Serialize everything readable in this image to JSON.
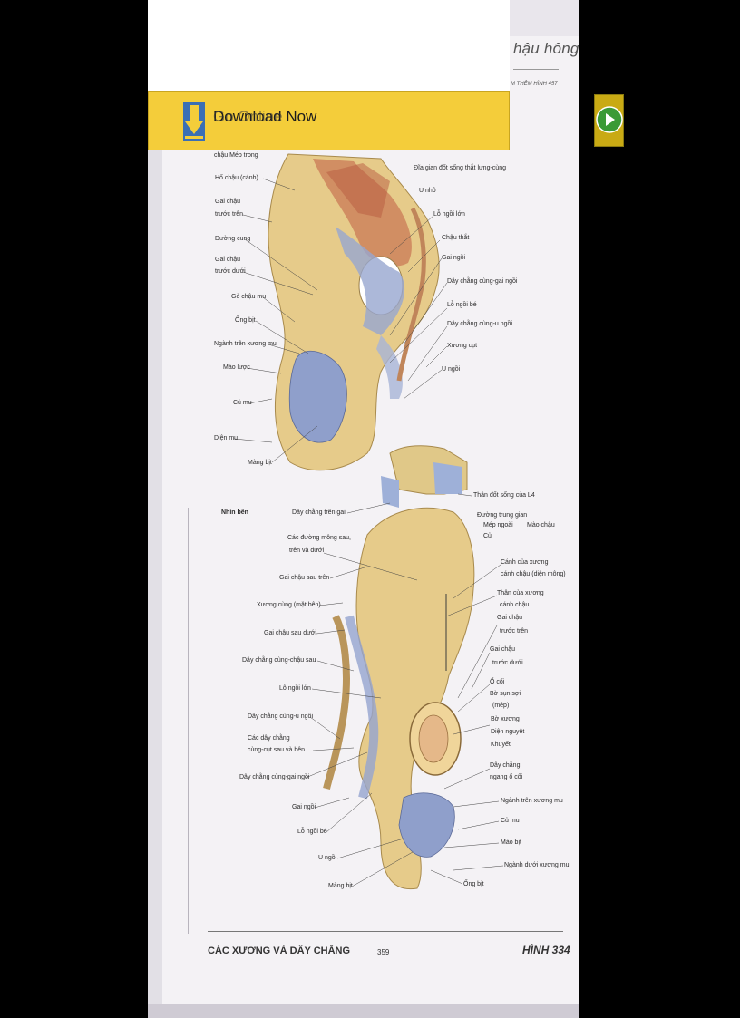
{
  "header": {
    "title": "hậu hông",
    "subtitle": "M THÊM HÌNH 457"
  },
  "banner": {
    "download_label": "Download Now",
    "ghost_label": "Go Online"
  },
  "colors": {
    "banner_bg": "#f4cd3a",
    "icon_blue": "#3b6fb4",
    "play_green": "#3a9a36",
    "bone": "#e8cf8e",
    "ligament": "#8e9fca"
  },
  "labels_top": [
    "chậu  Mép trong",
    "Hố chậu (cánh)",
    "Gai chậu",
    "trước trên",
    "Đường cung",
    "Gai chậu",
    "trước dưới",
    "Gò chậu mu",
    "Ống bịt",
    "Ngành trên xương mu",
    "Mào lược",
    "Củ mu",
    "Diện mu",
    "Màng bịt",
    "Đĩa gian đốt sống thắt lưng-cùng",
    "U nhô",
    "Lỗ ngồi lớn",
    "Chậu thắt",
    "Gai ngồi",
    "Dây chằng cùng-gai ngồi",
    "Lỗ ngồi bé",
    "Dây chằng cùng-u ngồi",
    "Xương cụt",
    "U ngồi"
  ],
  "view_label": "Nhìn bên",
  "labels_bottom_left": [
    "Dây chằng trên gai",
    "Các đường mông sau,",
    "trên và dưới",
    "Gai chậu sau trên",
    "Xương cùng (mặt bên)",
    "Gai chậu sau dưới",
    "Dây chằng cùng-chậu sau",
    "Lỗ ngồi lớn",
    "Dây chằng cùng-u ngồi",
    "Các dây chằng",
    "cùng-cụt sau và bên",
    "Dây chằng cùng-gai ngồi",
    "Gai ngồi",
    "Lỗ ngồi bé",
    "U ngồi",
    "Màng bịt"
  ],
  "labels_bottom_right": [
    "Thân đốt sống của L4",
    "Đường trung gian",
    "Mép ngoài",
    "Củ",
    "Mào chậu",
    "Cánh của xương",
    "cánh chậu (diện mông)",
    "Thân của xương",
    "cánh chậu",
    "Gai chậu",
    "trước trên",
    "Gai chậu",
    "trước dưới",
    "Ổ cối",
    "Bờ sụn sợi",
    "(mép)",
    "Bờ xương",
    "Diện nguyệt",
    "Khuyết",
    "Dây chằng",
    "ngang ổ cối",
    "Ngành trên xương mu",
    "Củ mu",
    "Mào bịt",
    "Ngành dưới xương mu",
    "Ống bịt"
  ],
  "footer": {
    "left": "CÁC XƯƠNG VÀ DÂY CHẰNG",
    "page_number": "359",
    "right": "HÌNH 334"
  }
}
